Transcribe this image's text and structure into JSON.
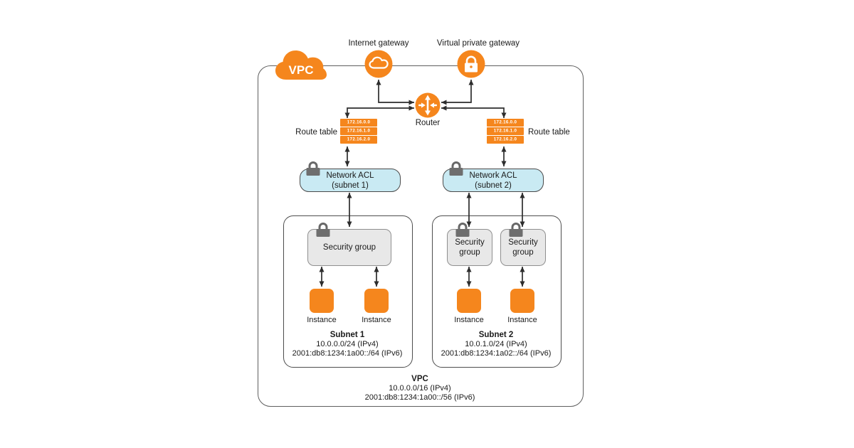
{
  "colors": {
    "orange": "#F5861D",
    "acl_fill": "#C9EAF3",
    "sg_fill": "#E8E8E8",
    "lock_gray": "#6e6e6e",
    "arrow": "#2d2d2d",
    "border_gray": "#5f5f5f"
  },
  "icons": {
    "vpc": "orange-cloud-icon",
    "internet_gateway": "cloud-outline-icon",
    "virtual_private_gateway": "lock-icon",
    "router": "crossed-arrows-icon",
    "acl_and_sg": "gray-lock-icon"
  },
  "vpc": {
    "cloud_label": "VPC",
    "title": "VPC",
    "ipv4": "10.0.0.0/16 (IPv4)",
    "ipv6": "2001:db8:1234:1a00::/56 (IPv6)"
  },
  "gateways": {
    "internet": {
      "label": "Internet gateway"
    },
    "virtual_private": {
      "label": "Virtual private gateway"
    }
  },
  "router": {
    "label": "Router"
  },
  "route_tables": [
    {
      "label": "Route table",
      "rows": [
        "172.16.0.0",
        "172.16.1.0",
        "172.16.2.0"
      ]
    },
    {
      "label": "Route table",
      "rows": [
        "172.16.0.0",
        "172.16.1.0",
        "172.16.2.0"
      ]
    }
  ],
  "network_acls": [
    {
      "line1": "Network ACL",
      "line2": "(subnet 1)"
    },
    {
      "line1": "Network ACL",
      "line2": "(subnet 2)"
    }
  ],
  "subnets": [
    {
      "title": "Subnet 1",
      "ipv4": "10.0.0.0/24 (IPv4)",
      "ipv6": "2001:db8:1234:1a00::/64 (IPv6)",
      "security_groups": [
        {
          "label": "Security group"
        }
      ],
      "instances": [
        {
          "label": "Instance"
        },
        {
          "label": "Instance"
        }
      ]
    },
    {
      "title": "Subnet 2",
      "ipv4": "10.0.1.0/24 (IPv4)",
      "ipv6": "2001:db8:1234:1a02::/64 (IPv6)",
      "security_groups": [
        {
          "label": "Security group"
        },
        {
          "label": "Security group"
        }
      ],
      "instances": [
        {
          "label": "Instance"
        },
        {
          "label": "Instance"
        }
      ]
    }
  ]
}
